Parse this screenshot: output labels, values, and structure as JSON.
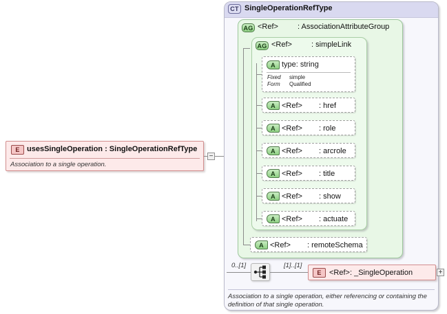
{
  "diagram": {
    "kind": "xsd-schema-diagram",
    "colors": {
      "complex_type_header": "#d9d9f0",
      "complex_type_body": "#f6f6fb",
      "attribute_group": "#e8f7e6",
      "attribute_group_inner": "#edfaec",
      "element_pink": "#fdeaea",
      "connector": "#8a8a8a"
    }
  },
  "source_element": {
    "badge": "E",
    "name": "usesSingleOperation",
    "separator": ":",
    "type": "SingleOperationRefType",
    "title_full": "usesSingleOperation  :  SingleOperationRefType",
    "documentation": "Association to a single operation.",
    "collapse_button": "−"
  },
  "complex_type": {
    "badge": "CT",
    "name": "SingleOperationRefType"
  },
  "attribute_group_outer": {
    "badge": "AG",
    "ref": "<Ref>",
    "separator": ":",
    "name": "AssociationAttributeGroup"
  },
  "attribute_group_inner": {
    "badge": "AG",
    "ref": "<Ref>",
    "separator": ":",
    "name": "simpleLink"
  },
  "type_attribute": {
    "badge": "A",
    "name": "type",
    "separator": ":",
    "type": "string",
    "facets": [
      {
        "key": "Fixed",
        "value": "simple"
      },
      {
        "key": "Form",
        "value": "Qualified"
      }
    ]
  },
  "simple_link_attributes": [
    {
      "badge": "A",
      "ref": "<Ref>",
      "separator": ":",
      "name": "href"
    },
    {
      "badge": "A",
      "ref": "<Ref>",
      "separator": ":",
      "name": "role"
    },
    {
      "badge": "A",
      "ref": "<Ref>",
      "separator": ":",
      "name": "arcrole"
    },
    {
      "badge": "A",
      "ref": "<Ref>",
      "separator": ":",
      "name": "title"
    },
    {
      "badge": "A",
      "ref": "<Ref>",
      "separator": ":",
      "name": "show"
    },
    {
      "badge": "A",
      "ref": "<Ref>",
      "separator": ":",
      "name": "actuate"
    }
  ],
  "remote_schema_attribute": {
    "badge": "A",
    "ref": "<Ref>",
    "separator": ":",
    "name": "remoteSchema"
  },
  "sequence": {
    "icon": "sequence-compositor-icon",
    "occurrence_left": "0..[1]",
    "occurrence_right": "[1]..[1]"
  },
  "child_element": {
    "badge": "E",
    "ref": "<Ref>",
    "separator": ":",
    "name": "_SingleOperation",
    "expand_button": "+"
  },
  "type_annotation": {
    "line1": "Association to a single operation, either referencing or containing the",
    "line2": "definition of that single operation."
  }
}
